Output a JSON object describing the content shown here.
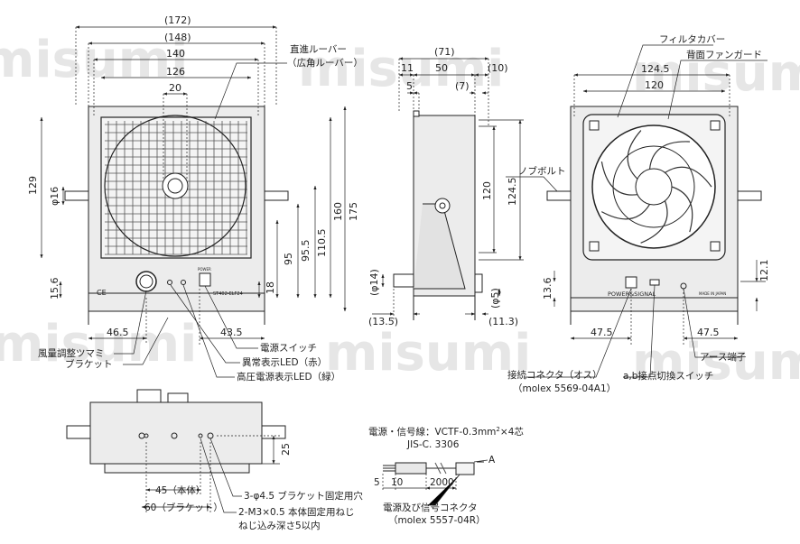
{
  "watermark": "misumi",
  "front_view": {
    "dims": {
      "w172": "(172)",
      "w148": "(148)",
      "w140": "140",
      "w126": "126",
      "w20": "20",
      "h129": "129",
      "phi16": "φ16",
      "h160": "160",
      "h175": "175",
      "h110_5": "110.5",
      "h95_5": "95.5",
      "h95": "95",
      "h18": "18",
      "h15_6": "15.6",
      "w46_5": "46.5",
      "w43_5": "43.5"
    },
    "panel_text": {
      "ce": "CE",
      "model": "ST402-ELF24",
      "power_small": "POWER"
    },
    "callouts": {
      "louver_straight": "直進ルーバー",
      "louver_wide": "（広角ルーバー）",
      "airflow_knob": "風量調整ツマミ",
      "bracket": "ブラケット",
      "power_switch": "電源スイッチ",
      "error_led": "異常表示LED（赤）",
      "hv_led": "高圧電源表示LED（緑）"
    }
  },
  "side_view": {
    "dims": {
      "w71": "(71)",
      "w11": "11",
      "w50": "50",
      "w10": "(10)",
      "w5": "5",
      "w7": "(7)",
      "h120": "120",
      "h124_5": "124.5",
      "phi14": "(φ14)",
      "phi5": "(φ5)",
      "w13_5": "(13.5)",
      "w11_3": "(11.3)"
    }
  },
  "rear_view": {
    "dims": {
      "w124_5": "124.5",
      "w120": "120",
      "h12_1": "12.1",
      "h13_6": "13.6",
      "w47_5a": "47.5",
      "w47_5b": "47.5"
    },
    "panel_text": {
      "power_signal": "POWER&SIGNAL",
      "made_in": "MADE IN JAPAN"
    },
    "callouts": {
      "filter_cover": "フィルタカバー",
      "rear_fan_guard": "背面ファンガード",
      "knob_bolt": "ノブボルト",
      "connector": "接続コネクタ（オス）",
      "connector_part": "（molex 5569-04A1）",
      "ab_switch": "a,b接点切換スイッチ",
      "earth": "アース端子"
    }
  },
  "bottom_view": {
    "dims": {
      "h25": "25",
      "w45": "45（本体）",
      "w60": "60（ブラケット）"
    },
    "callouts": {
      "holes": "3-φ4.5 ブラケット固定用穴",
      "screw1": "2-M3×0.5 本体固定用ねじ",
      "screw2": "ねじ込み深さ5以内"
    }
  },
  "cable": {
    "spec1": "電源・信号線：VCTF-0.3mm",
    "spec_sup": "2",
    "spec2": "×4芯",
    "spec3": "JIS-C. 3306",
    "a_label": "A",
    "l5": "5",
    "l10": "10",
    "l2000": "2000",
    "conn1": "電源及び信号コネクタ",
    "conn2": "（molex 5557-04R）"
  }
}
